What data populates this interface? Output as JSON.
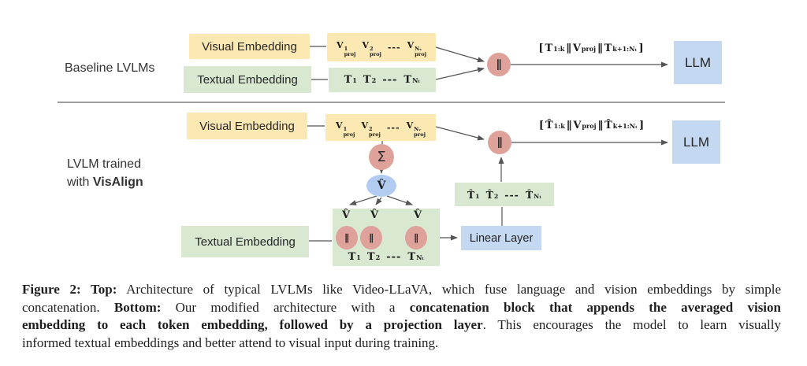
{
  "figure": {
    "top": {
      "section_label": "Baseline LVLMs",
      "visual_embedding_label": "Visual Embedding",
      "textual_embedding_label": "Textual Embedding",
      "visual_tokens": [
        {
          "t": "V",
          "sup": "1",
          "sub": "proj"
        },
        {
          "t": "V",
          "sup": "2",
          "sub": "proj"
        },
        {
          "t": "---"
        },
        {
          "t": "V",
          "sup": "Nᵥ",
          "sub": "proj"
        }
      ],
      "text_tokens": [
        {
          "t": "T",
          "sup": "1"
        },
        {
          "t": "T",
          "sup": "2"
        },
        {
          "t": "---"
        },
        {
          "t": "T",
          "sup": "Nₜ"
        }
      ],
      "concat_symbol": "∥",
      "concat_output_tokens": [
        {
          "t": "["
        },
        {
          "t": "T",
          "sub": "1:k"
        },
        {
          "t": "∥"
        },
        {
          "t": "V",
          "sub": "proj"
        },
        {
          "t": "∥"
        },
        {
          "t": "T",
          "sub": "k+1:Nₜ"
        },
        {
          "t": "]"
        }
      ],
      "llm_label": "LLM"
    },
    "bottom": {
      "section_label_line1": "LVLM trained",
      "section_label_line2_prefix": "with ",
      "section_label_line2_bold": "VisAlign",
      "visual_embedding_label": "Visual Embedding",
      "textual_embedding_label": "Textual Embedding",
      "visual_tokens": [
        {
          "t": "V",
          "sup": "1",
          "sub": "proj"
        },
        {
          "t": "V",
          "sup": "2",
          "sub": "proj"
        },
        {
          "t": "---"
        },
        {
          "t": "V",
          "sup": "Nᵥ",
          "sub": "proj"
        }
      ],
      "sum_symbol": "Σ",
      "avg_v_symbol": "V̂",
      "concat_box": {
        "vhat_row": [
          "V̂",
          "V̂",
          "V̂"
        ],
        "concat_symbols": [
          "∥",
          "∥",
          "∥"
        ],
        "t_row_tokens": [
          {
            "t": "T",
            "sup": "1"
          },
          {
            "t": "T",
            "sup": "2"
          },
          {
            "t": "---"
          },
          {
            "t": "T",
            "sup": "Nₜ"
          }
        ]
      },
      "linear_layer_label": "Linear Layer",
      "that_tokens": [
        {
          "t": "T̂",
          "sup": "1"
        },
        {
          "t": "T̂",
          "sup": "2"
        },
        {
          "t": "---"
        },
        {
          "t": "T̂",
          "sup": "Nₜ"
        }
      ],
      "concat_symbol": "∥",
      "concat_output_tokens": [
        {
          "t": "["
        },
        {
          "t": "T̂",
          "sub": "1:k"
        },
        {
          "t": "∥"
        },
        {
          "t": "V",
          "sub": "proj"
        },
        {
          "t": "∥"
        },
        {
          "t": "T̂",
          "sub": "k+1:Nₜ"
        },
        {
          "t": "]"
        }
      ],
      "llm_label": "LLM"
    },
    "colors": {
      "embedding_yellow": "#fce8b2",
      "embedding_green": "#d8e8d1",
      "llm_blue": "#c5d8f1",
      "node_pink": "#dfa29b",
      "node_blue": "#b2cbf0",
      "separator_gray": "#9e9e9e",
      "wire_gray": "#555555"
    }
  },
  "caption": {
    "lines": [
      [
        {
          "text": "Figure 2: Top:",
          "bold": true
        },
        {
          "text": " Architecture of typical LVLMs like Video-LLaVA, which fuse language and vision embeddings by simple"
        }
      ],
      [
        {
          "text": "concatenation. "
        },
        {
          "text": "Bottom:",
          "bold": true
        },
        {
          "text": " Our modified architecture with a "
        },
        {
          "text": "concatenation block that appends the averaged vision",
          "bold": true
        }
      ],
      [
        {
          "text": "embedding to each token embedding, followed by a projection layer",
          "bold": true
        },
        {
          "text": ". This encourages the model to learn visually"
        }
      ],
      [
        {
          "text": "informed textual embeddings and better attend to visual input during training."
        }
      ]
    ]
  }
}
